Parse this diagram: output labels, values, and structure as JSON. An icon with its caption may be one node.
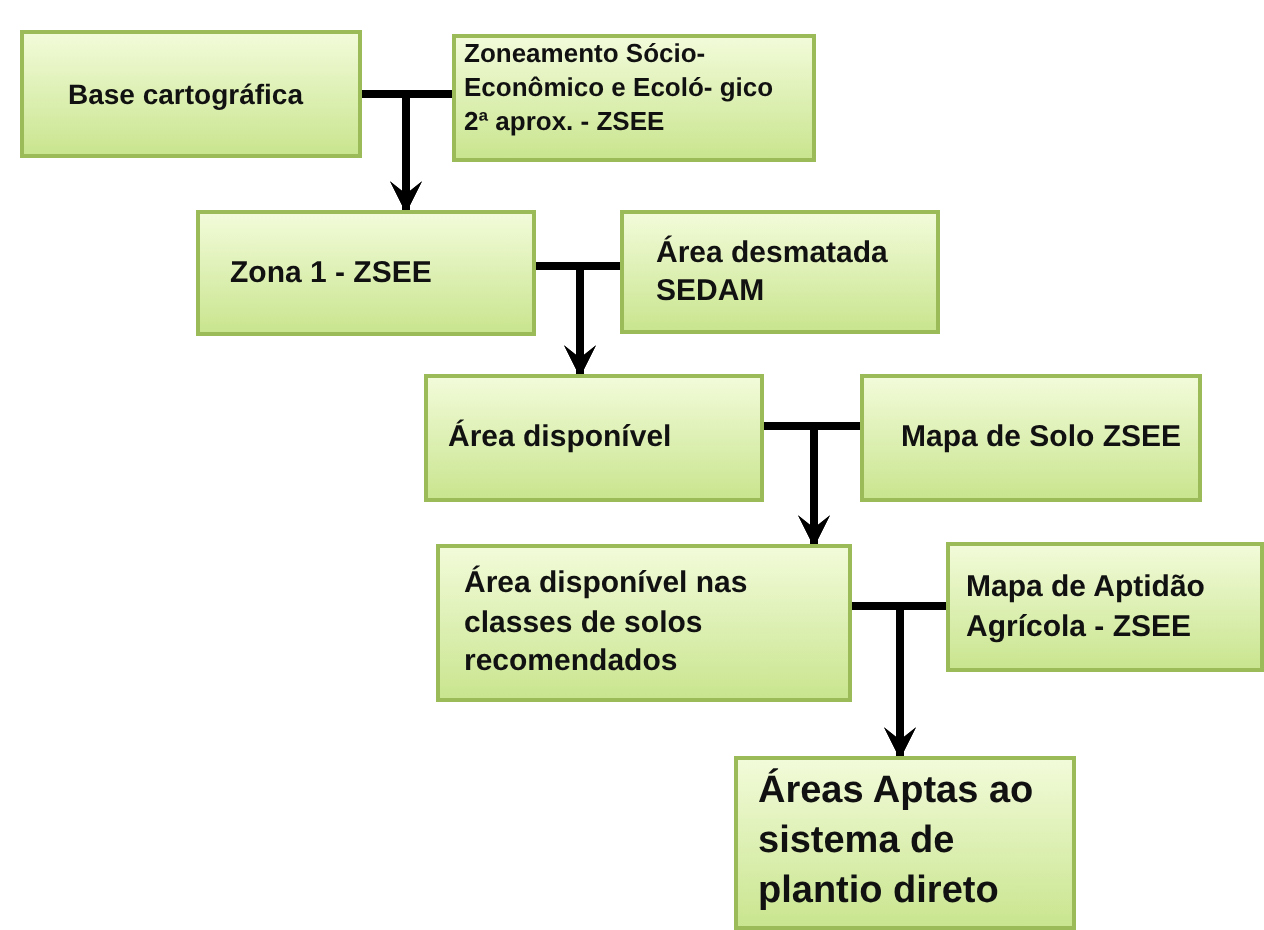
{
  "diagram": {
    "nodes": [
      {
        "text": [
          "Base cartográfica"
        ]
      },
      {
        "text": [
          "Zoneamento Sócio- Econômico e Ecoló- gico 2ª aprox. - ZSEE"
        ]
      },
      {
        "text": [
          "Zona 1 - ZSEE"
        ]
      },
      {
        "text": [
          "Área desmatada SEDAM"
        ]
      },
      {
        "text": [
          "Área disponível"
        ]
      },
      {
        "text": [
          "Mapa de Solo ZSEE"
        ]
      },
      {
        "text": [
          "Área disponível nas classes de solos recomendados"
        ]
      },
      {
        "text": [
          "Mapa de Aptidão Agrícola - ZSEE"
        ]
      },
      {
        "text": [
          "Áreas Aptas ao sistema de plantio direto"
        ]
      }
    ],
    "edges": [
      {
        "from": 0,
        "to": 2,
        "arrow": "to"
      },
      {
        "from": 1,
        "to": 2,
        "arrow": "to"
      },
      {
        "from": 2,
        "to": 4,
        "arrow": "to"
      },
      {
        "from": 3,
        "to": 4,
        "arrow": "to"
      },
      {
        "from": 4,
        "to": 6,
        "arrow": "to"
      },
      {
        "from": 5,
        "to": 6,
        "arrow": "to"
      },
      {
        "from": 6,
        "to": 8,
        "arrow": "to"
      },
      {
        "from": 7,
        "to": 8,
        "arrow": "to"
      }
    ]
  }
}
